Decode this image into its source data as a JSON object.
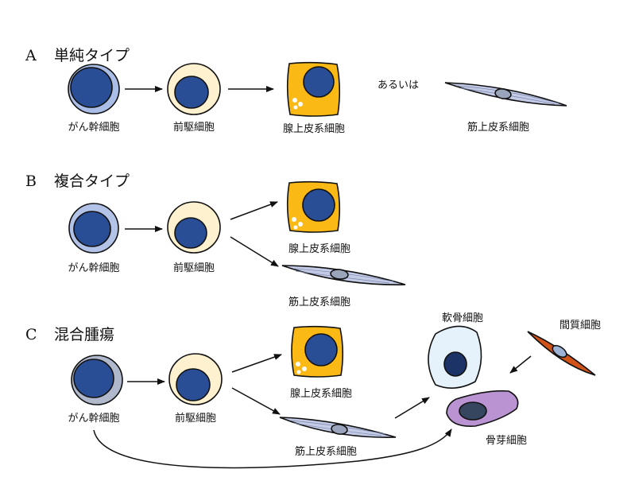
{
  "sections": {
    "a": {
      "letter": "A",
      "title": "単純タイプ"
    },
    "b": {
      "letter": "B",
      "title": "複合タイプ"
    },
    "c": {
      "letter": "C",
      "title": "混合腫瘍"
    }
  },
  "labels": {
    "stem_cell": "がん幹細胞",
    "progenitor": "前駆細胞",
    "glandular_epithelial": "腺上皮系細胞",
    "muscle_epithelial": "筋上皮系細胞",
    "or_text": "あるいは",
    "cartilage": "軟骨細胞",
    "stromal": "間質細胞",
    "osteoblast": "骨芽細胞"
  },
  "colors": {
    "nucleus": "#2a4e96",
    "stem_a_cytoplasm": "#a9bde6",
    "stem_b_cytoplasm": "#b3c3e8",
    "stem_c_cytoplasm": "#b0b9cc",
    "progenitor_cytoplasm": "#fef1cf",
    "glandular_cytoplasm": "#fbb916",
    "spindle_fill": "#c3cbe6",
    "spindle_nucleus": "#9aa5bb",
    "cartilage_cytoplasm": "#e5f2fb",
    "cartilage_nucleus": "#1c3367",
    "stromal_fill": "#d15318",
    "stromal_nucleus": "#9cb3d5",
    "osteoblast_cytoplasm": "#b993d2",
    "osteoblast_nucleus": "#36465e"
  }
}
